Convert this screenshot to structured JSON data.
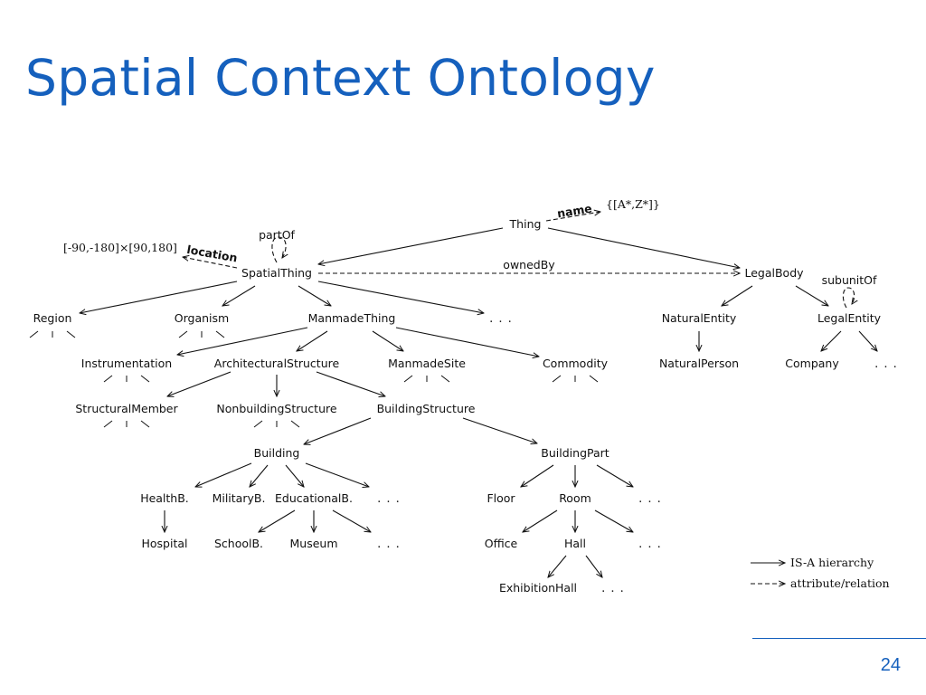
{
  "slide": {
    "title": "Spatial Context Ontology",
    "page_number": "24"
  },
  "colors": {
    "accent": "#1560bd",
    "ink": "#111111"
  },
  "diagram": {
    "nodes": {
      "thing": "Thing",
      "spatial_thing": "SpatialThing",
      "legal_body": "LegalBody",
      "region": "Region",
      "organism": "Organism",
      "manmade_thing": "ManmadeThing",
      "natural_entity": "NaturalEntity",
      "legal_entity": "LegalEntity",
      "instrumentation": "Instrumentation",
      "architectural_structure": "ArchitecturalStructure",
      "manmade_site": "ManmadeSite",
      "commodity": "Commodity",
      "natural_person": "NaturalPerson",
      "company": "Company",
      "structural_member": "StructuralMember",
      "nonbuilding_structure": "NonbuildingStructure",
      "building_structure": "BuildingStructure",
      "building": "Building",
      "building_part": "BuildingPart",
      "health_b": "HealthB.",
      "military_b": "MilitaryB.",
      "educational_b": "EducationalB.",
      "floor": "Floor",
      "room": "Room",
      "hospital": "Hospital",
      "school_b": "SchoolB.",
      "museum": "Museum",
      "office": "Office",
      "hall": "Hall",
      "exhibition_hall": "ExhibitionHall"
    },
    "ellipsis": ". . .",
    "relations": {
      "name": "name",
      "location": "location",
      "part_of": "partOf",
      "owned_by": "ownedBy",
      "subunit_of": "subunitOf"
    },
    "values": {
      "name_range": "{[A*,Z*]}",
      "location_range": "[-90,-180]×[90,180]"
    },
    "legend": {
      "is_a": "IS-A hierarchy",
      "attribute": "attribute/relation"
    }
  }
}
